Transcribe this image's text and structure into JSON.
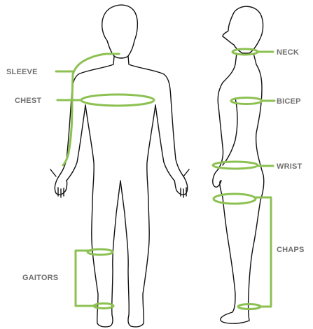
{
  "diagram": {
    "accent_color": "#8cc152",
    "outline_color": "#111111",
    "label_color": "#6f6f6f",
    "labels": {
      "sleeve": "SLEEVE",
      "chest": "CHEST",
      "gaitors": "GAITORS",
      "neck": "NECK",
      "bicep": "BICEP",
      "wrist": "WRIST",
      "chaps": "CHAPS"
    }
  }
}
